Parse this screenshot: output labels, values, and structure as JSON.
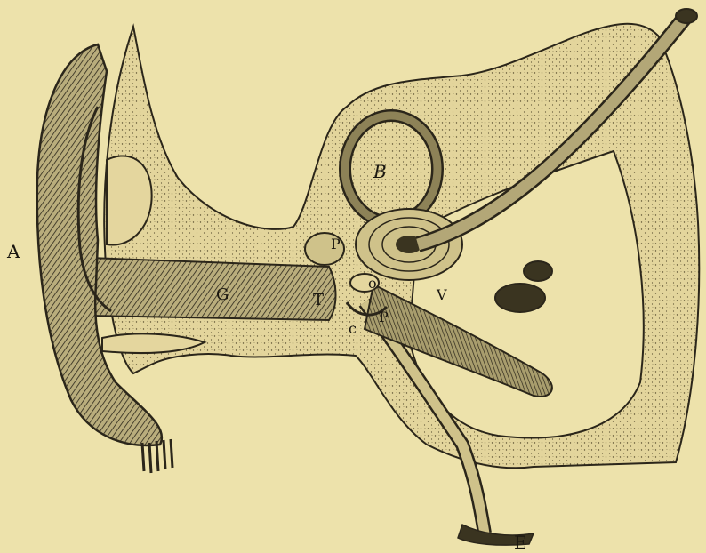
{
  "figure": {
    "background": "#ede2ab",
    "ink": "#1a1710",
    "bone_fill": "#e4d69e",
    "labels": {
      "A": "A",
      "B": "B",
      "E": "E",
      "G": "G",
      "T": "T",
      "P_upper": "P",
      "P_lower": "P",
      "O": "o",
      "V": "V",
      "C": "c"
    }
  }
}
